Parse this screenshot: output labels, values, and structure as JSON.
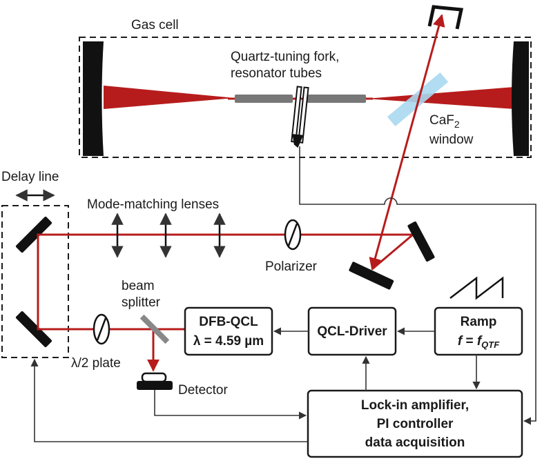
{
  "labels": {
    "gas_cell": "Gas cell",
    "qtf_line1": "Quartz-tuning fork,",
    "qtf_line2": "resonator tubes",
    "caf2_line1": "CaF",
    "caf2_sub": "2",
    "caf2_line2": "window",
    "delay_line": "Delay line",
    "mode_matching": "Mode-matching lenses",
    "polarizer": "Polarizer",
    "beam_splitter_line1": "beam",
    "beam_splitter_line2": "splitter",
    "half_wave": "λ/2 plate",
    "detector": "Detector"
  },
  "boxes": {
    "dfb_title": "DFB-QCL",
    "dfb_wavelength": "λ = 4.59 µm",
    "driver": "QCL-Driver",
    "ramp_title": "Ramp",
    "ramp_f": "f",
    "ramp_eq": " = ",
    "ramp_f2": "f",
    "ramp_sub": "QTF",
    "lockin_line1": "Lock-in amplifier,",
    "lockin_line2": "PI controller",
    "lockin_line3": "data acquisition"
  },
  "colors": {
    "beam": "#b71c1c",
    "window": "#a8d8f0",
    "tube": "#777777",
    "mirror": "#111111"
  }
}
